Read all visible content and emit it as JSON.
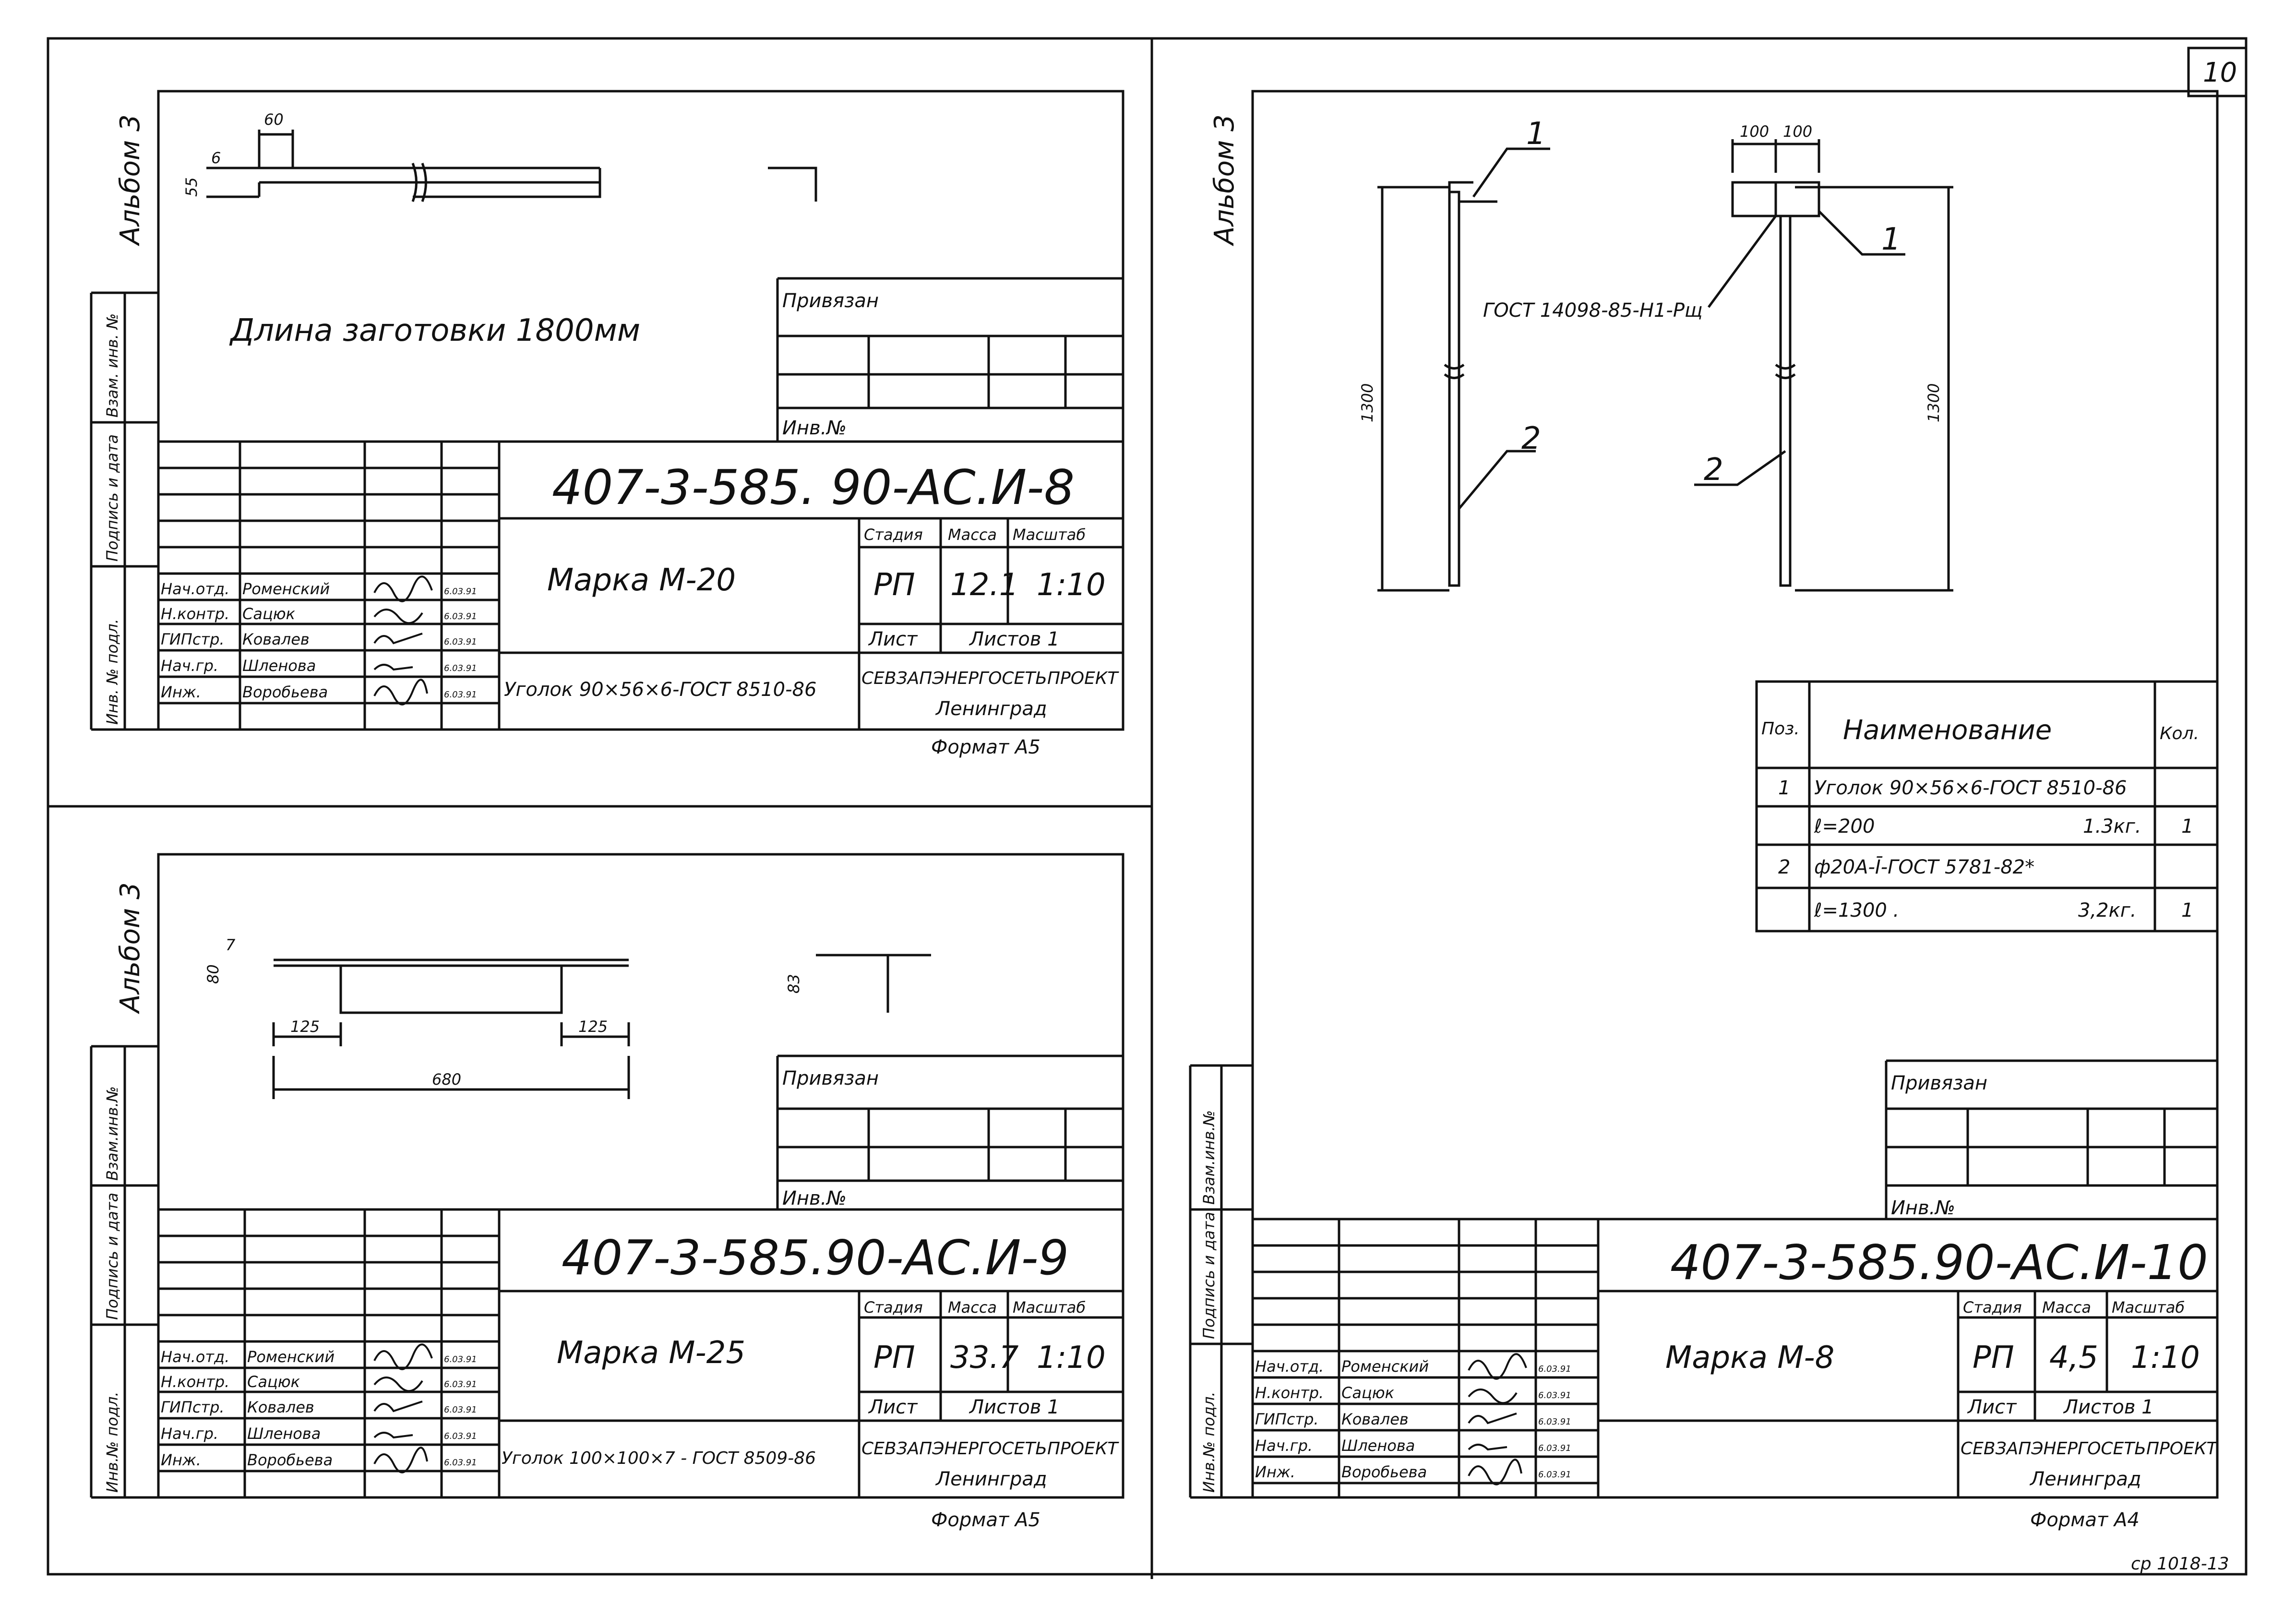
{
  "sheet_number": "10",
  "footer_note": "ср 1018-13",
  "drawings": [
    {
      "album": "Альбом 3",
      "sidebar": [
        "Взам. инв. №",
        "Подпись и дата",
        "Инв. № подл."
      ],
      "blank_length": "Длина заготовки   1800мм",
      "dims": [
        "60",
        "55",
        "6"
      ],
      "binding": "Привязан",
      "inv": "Инв.№",
      "code": "407-3-585. 90-АС.И-8",
      "mark": "Марка  М-20",
      "stage_h": "Стадия",
      "mass_h": "Масса",
      "scale_h": "Масштаб",
      "stage": "РП",
      "mass": "12.1",
      "scale": "1:10",
      "sheet_h": "Лист",
      "sheets_h": "Листов 1",
      "material": "Уголок 90×56×6-ГОСТ 8510-86",
      "org": "СЕВЗАПЭНЕРГОСЕТЬПРОЕКТ",
      "city": "Ленинград",
      "format": "Формат А5",
      "staff": [
        {
          "role": "Нач.отд.",
          "name": "Роменский",
          "date": "6.03.91"
        },
        {
          "role": "Н.контр.",
          "name": "Сацюк",
          "date": "6.03.91"
        },
        {
          "role": "ГИПстр.",
          "name": "Ковалев",
          "date": "6.03.91"
        },
        {
          "role": "Нач.гр.",
          "name": "Шленова",
          "date": "6.03.91"
        },
        {
          "role": "Инж.",
          "name": "Воробьева",
          "date": "6.03.91"
        }
      ]
    },
    {
      "album": "Альбом 3",
      "sidebar": [
        "Взам.инв.№",
        "Подпись и дата",
        "Инв.№ подл."
      ],
      "dims": [
        "125",
        "125",
        "680",
        "80",
        "7",
        "83"
      ],
      "binding": "Привязан",
      "inv": "Инв.№",
      "code": "407-3-585.90-АС.И-9",
      "mark": "Марка  М-25",
      "stage_h": "Стадия",
      "mass_h": "Масса",
      "scale_h": "Масштаб",
      "stage": "РП",
      "mass": "33.7",
      "scale": "1:10",
      "sheet_h": "Лист",
      "sheets_h": "Листов 1",
      "material": "Уголок 100×100×7 - ГОСТ 8509-86",
      "org": "СЕВЗАПЭНЕРГОСЕТЬПРОЕКТ",
      "city": "Ленинград",
      "format": "Формат А5",
      "staff": [
        {
          "role": "Нач.отд.",
          "name": "Роменский",
          "date": "6.03.91"
        },
        {
          "role": "Н.контр.",
          "name": "Сацюк",
          "date": "6.03.91"
        },
        {
          "role": "ГИПстр.",
          "name": "Ковалев",
          "date": "6.03.91"
        },
        {
          "role": "Нач.гр.",
          "name": "Шленова",
          "date": "6.03.91"
        },
        {
          "role": "Инж.",
          "name": "Воробьева",
          "date": "6.03.91"
        }
      ]
    },
    {
      "album": "Альбом 3",
      "sidebar": [
        "Взам.инв.№",
        "Подпись и дата",
        "Инв.№ подл."
      ],
      "leaders": [
        "1",
        "2",
        "1",
        "2"
      ],
      "dims": [
        "1300",
        "100",
        "100",
        "1300"
      ],
      "gost_weld": "ГОСТ 14098-85-Н1-Рщ",
      "spec": {
        "headers": [
          "Поз.",
          "Наименование",
          "Кол."
        ],
        "rows": [
          {
            "pos": "1",
            "name": "Уголок 90×56×6-ГОСТ 8510-86",
            "mass": "",
            "qty": ""
          },
          {
            "pos": "",
            "name": "ℓ=200",
            "mass": "1.3кг.",
            "qty": "1"
          },
          {
            "pos": "2",
            "name": "ф20А-Ī-ГОСТ 5781-82*",
            "mass": "",
            "qty": ""
          },
          {
            "pos": "",
            "name": "ℓ=1300 .",
            "mass": "3,2кг.",
            "qty": "1"
          }
        ]
      },
      "binding": "Привязан",
      "inv": "Инв.№",
      "code": "407-3-585.90-АС.И-10",
      "mark": "Марка  М-8",
      "stage_h": "Стадия",
      "mass_h": "Масса",
      "scale_h": "Масштаб",
      "stage": "РП",
      "mass": "4,5",
      "scale": "1:10",
      "sheet_h": "Лист",
      "sheets_h": "Листов 1",
      "org": "СЕВЗАПЭНЕРГОСЕТЬПРОЕКТ",
      "city": "Ленинград",
      "format": "Формат А4",
      "staff": [
        {
          "role": "Нач.отд.",
          "name": "Роменский",
          "date": "6.03.91"
        },
        {
          "role": "Н.контр.",
          "name": "Сацюк",
          "date": "6.03.91"
        },
        {
          "role": "ГИПстр.",
          "name": "Ковалев",
          "date": "6.03.91"
        },
        {
          "role": "Нач.гр.",
          "name": "Шленова",
          "date": "6.03.91"
        },
        {
          "role": "Инж.",
          "name": "Воробьева",
          "date": "6.03.91"
        }
      ]
    }
  ]
}
